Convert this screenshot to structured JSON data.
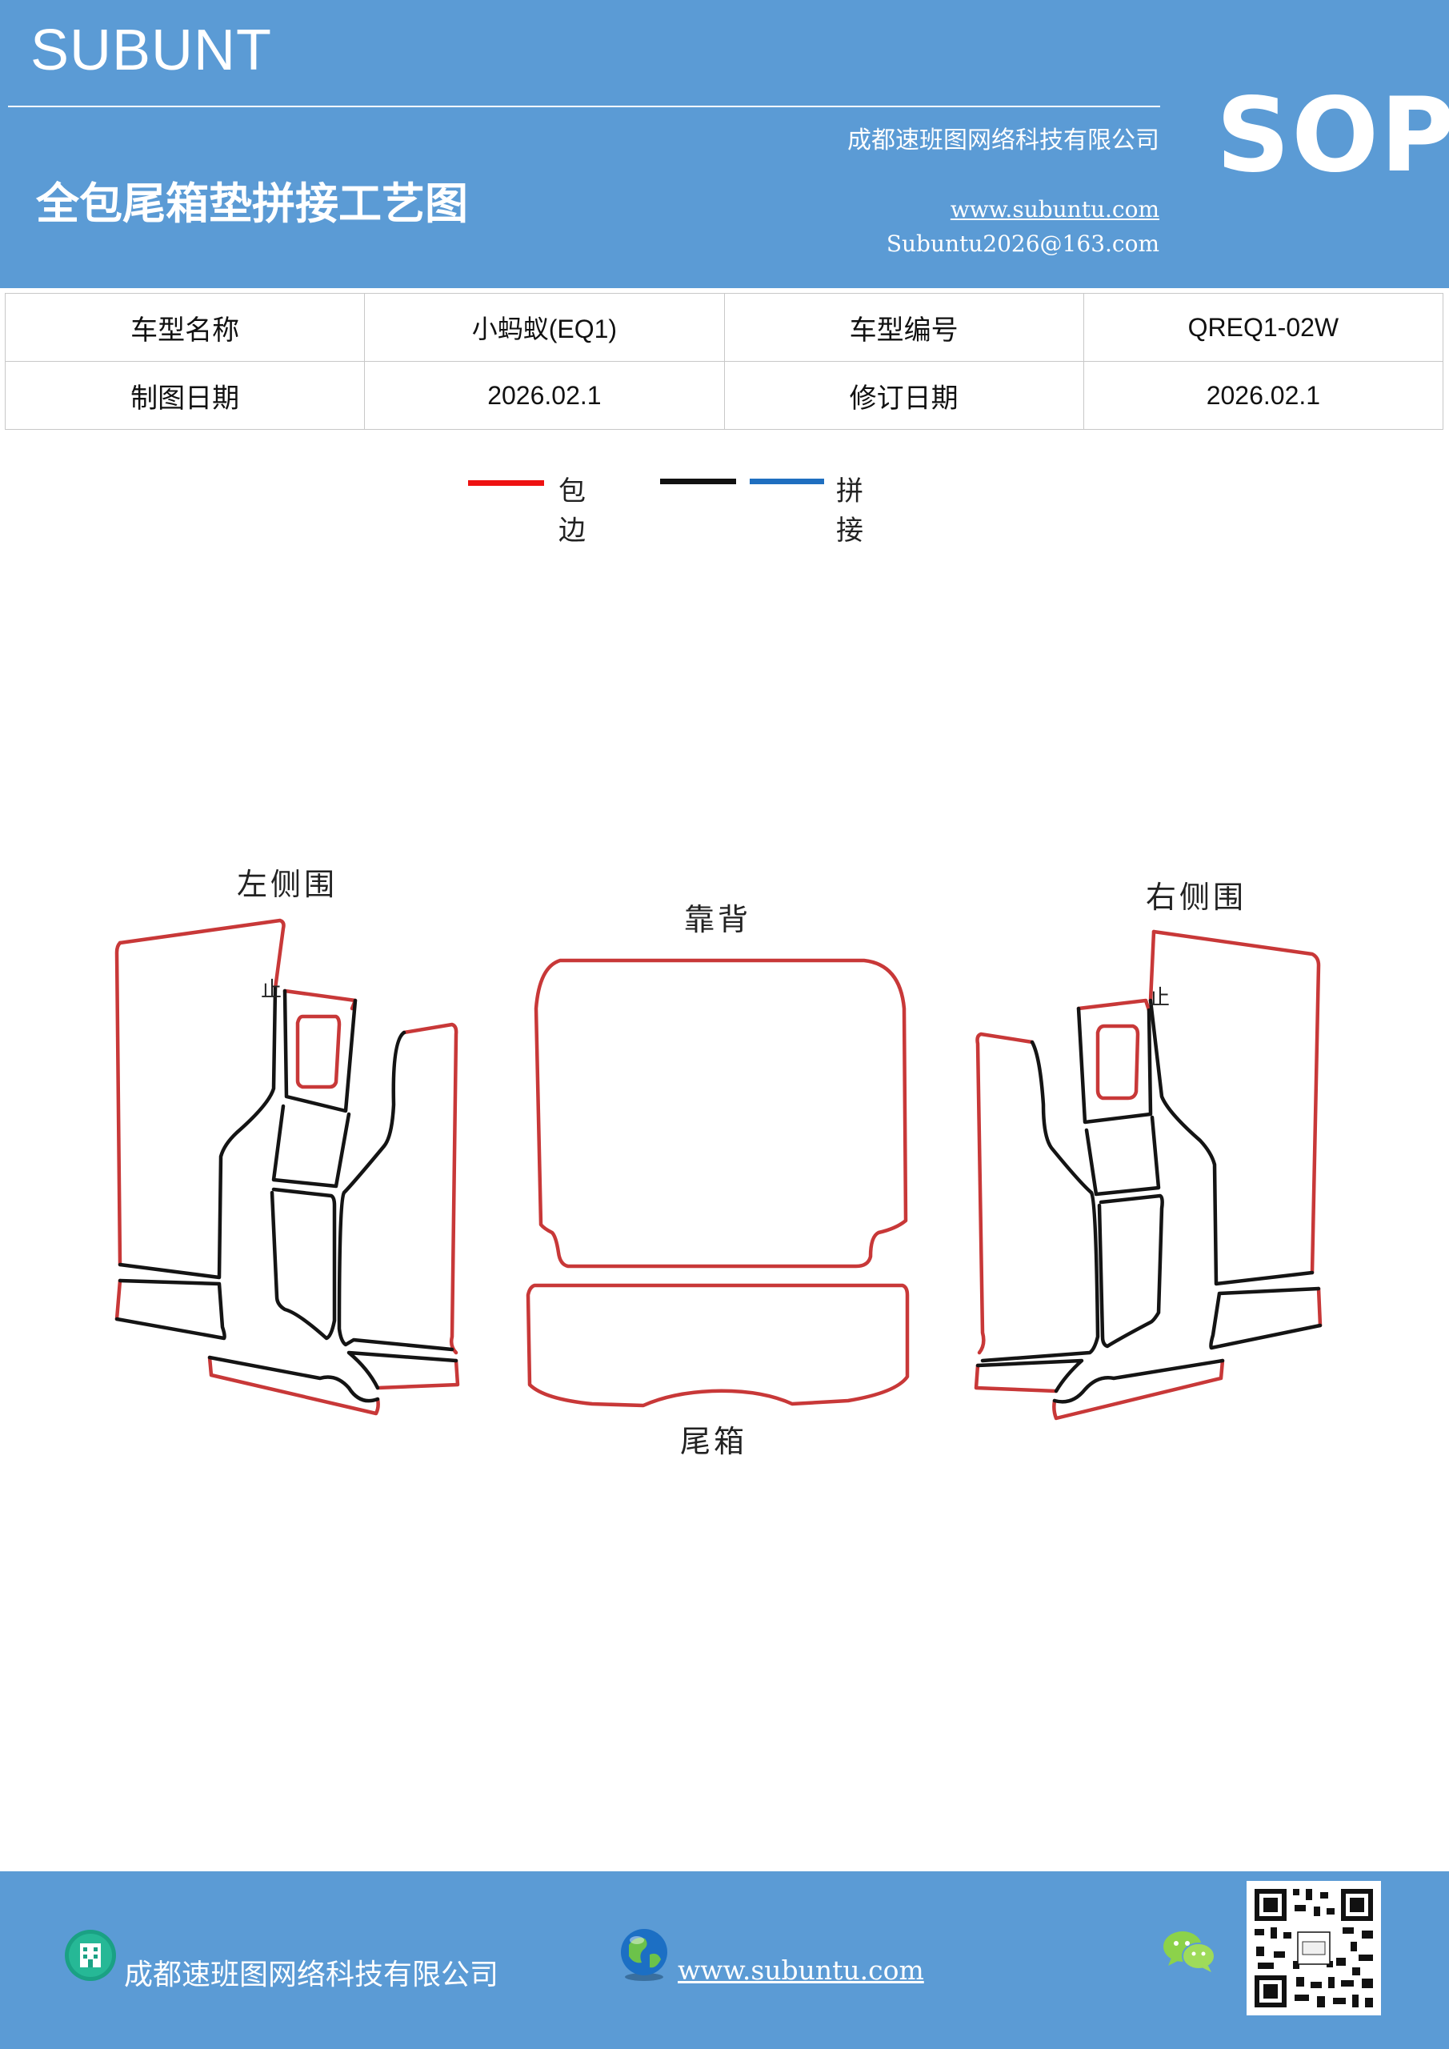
{
  "header": {
    "brand": "SUBUNT",
    "company": "成都速班图网络科技有限公司",
    "title": "全包尾箱垫拼接工艺图",
    "website": "www.subuntu.com",
    "email": "Subuntu2026@163.com",
    "badge": "SOP"
  },
  "info_table": {
    "rows": [
      {
        "label1": "车型名称",
        "value1": "小蚂蚁(EQ1)",
        "label2": "车型编号",
        "value2": "QREQ1-02W"
      },
      {
        "label1": "制图日期",
        "value1": "2026.02.1",
        "label2": "修订日期",
        "value2": "2026.02.1"
      }
    ]
  },
  "legend": {
    "items": [
      {
        "color": "#ee1111",
        "label": "包边"
      },
      {
        "color": "#111111",
        "label": ""
      },
      {
        "color": "#1f6fc0",
        "label": "拼接"
      }
    ]
  },
  "diagram": {
    "labels": {
      "left_side": "左侧围",
      "back": "靠背",
      "right_side": "右侧围",
      "trunk": "尾箱",
      "stop_left": "止",
      "stop_right": "止"
    },
    "colors": {
      "edge": "#c83838",
      "seam": "#141414"
    }
  },
  "footer": {
    "company": "成都速班图网络科技有限公司",
    "website": "www.subuntu.com "
  }
}
